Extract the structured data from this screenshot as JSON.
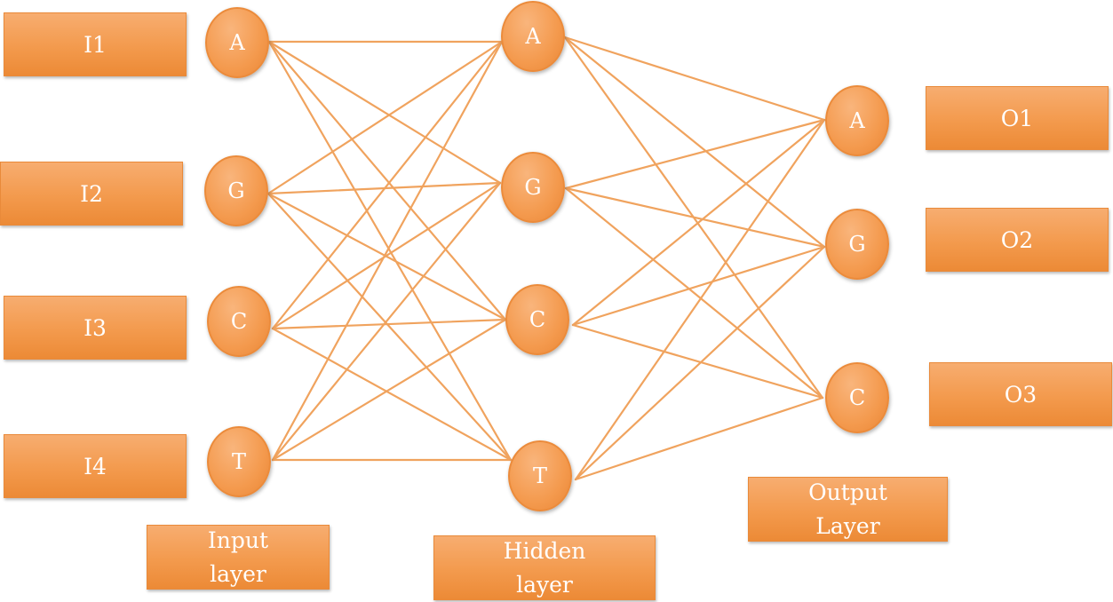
{
  "colors": {
    "accent": "#f39a4d",
    "edge": "#f0a35e",
    "text": "#ffffff"
  },
  "input_boxes": [
    "I1",
    "I2",
    "I3",
    "I4"
  ],
  "output_boxes": [
    "O1",
    "O2",
    "O3"
  ],
  "input_nodes": [
    "A",
    "G",
    "C",
    "T"
  ],
  "hidden_nodes": [
    "A",
    "G",
    "C",
    "T"
  ],
  "output_nodes": [
    "A",
    "G",
    "C"
  ],
  "captions": {
    "input": [
      "Input",
      "layer"
    ],
    "hidden": [
      "Hidden",
      "layer"
    ],
    "output": [
      "Output",
      "Layer"
    ]
  }
}
